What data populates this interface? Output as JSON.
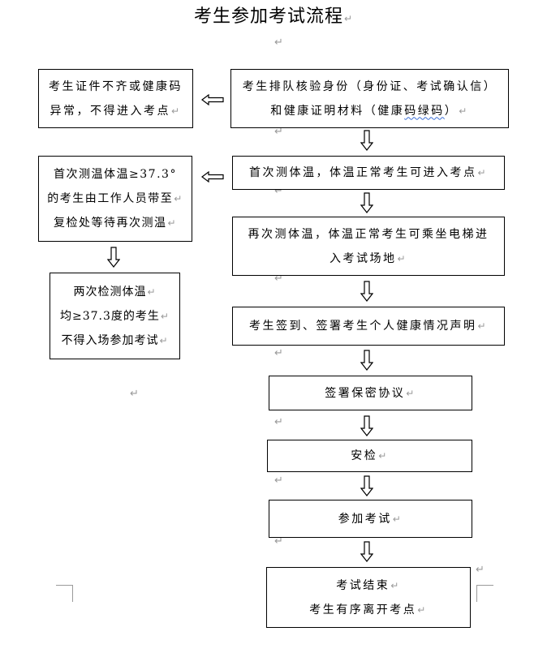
{
  "document": {
    "title": "考生参加考试流程",
    "paragraph_mark": "↵"
  },
  "flow": {
    "main_steps": [
      {
        "id": "queue-verify",
        "lines": [
          "考生排队核验身份（身份证、考试确认信）",
          "和健康证明材料（健康",
          "码绿码",
          "）"
        ]
      },
      {
        "id": "first-temp-check",
        "lines": [
          "首次测体温，体温正常考生可进入考点"
        ]
      },
      {
        "id": "second-temp-check",
        "lines": [
          "再次测体温，体温正常考生可乘坐电梯进",
          "入考试场地"
        ]
      },
      {
        "id": "sign-in",
        "lines": [
          "考生签到、签署考生个人健康情况声明"
        ]
      },
      {
        "id": "confidentiality",
        "lines": [
          "签署保密协议"
        ]
      },
      {
        "id": "security-check",
        "lines": [
          "安检"
        ]
      },
      {
        "id": "take-exam",
        "lines": [
          "参加考试"
        ]
      },
      {
        "id": "exam-end",
        "lines": [
          "考试结束",
          "考生有序离开考点"
        ]
      }
    ],
    "side_steps": [
      {
        "id": "documents-incomplete",
        "lines": [
          "考生证件不齐或健康码",
          "异常，不得进入考点"
        ]
      },
      {
        "id": "fever-first",
        "lines": [
          "首次测温体温≥37.3°",
          "的考生由工作人员带至",
          "复检处等待再次测温"
        ]
      },
      {
        "id": "fever-both",
        "lines": [
          "两次检测体温",
          "均≥37.3度的考生",
          "不得入场参加考试"
        ]
      }
    ],
    "arrows": {
      "down": "down-arrow",
      "left": "left-arrow"
    }
  },
  "colors": {
    "border": "#000000",
    "format_mark": "#9a9a9a",
    "spellcheck_underline": "#3b6fd6"
  }
}
